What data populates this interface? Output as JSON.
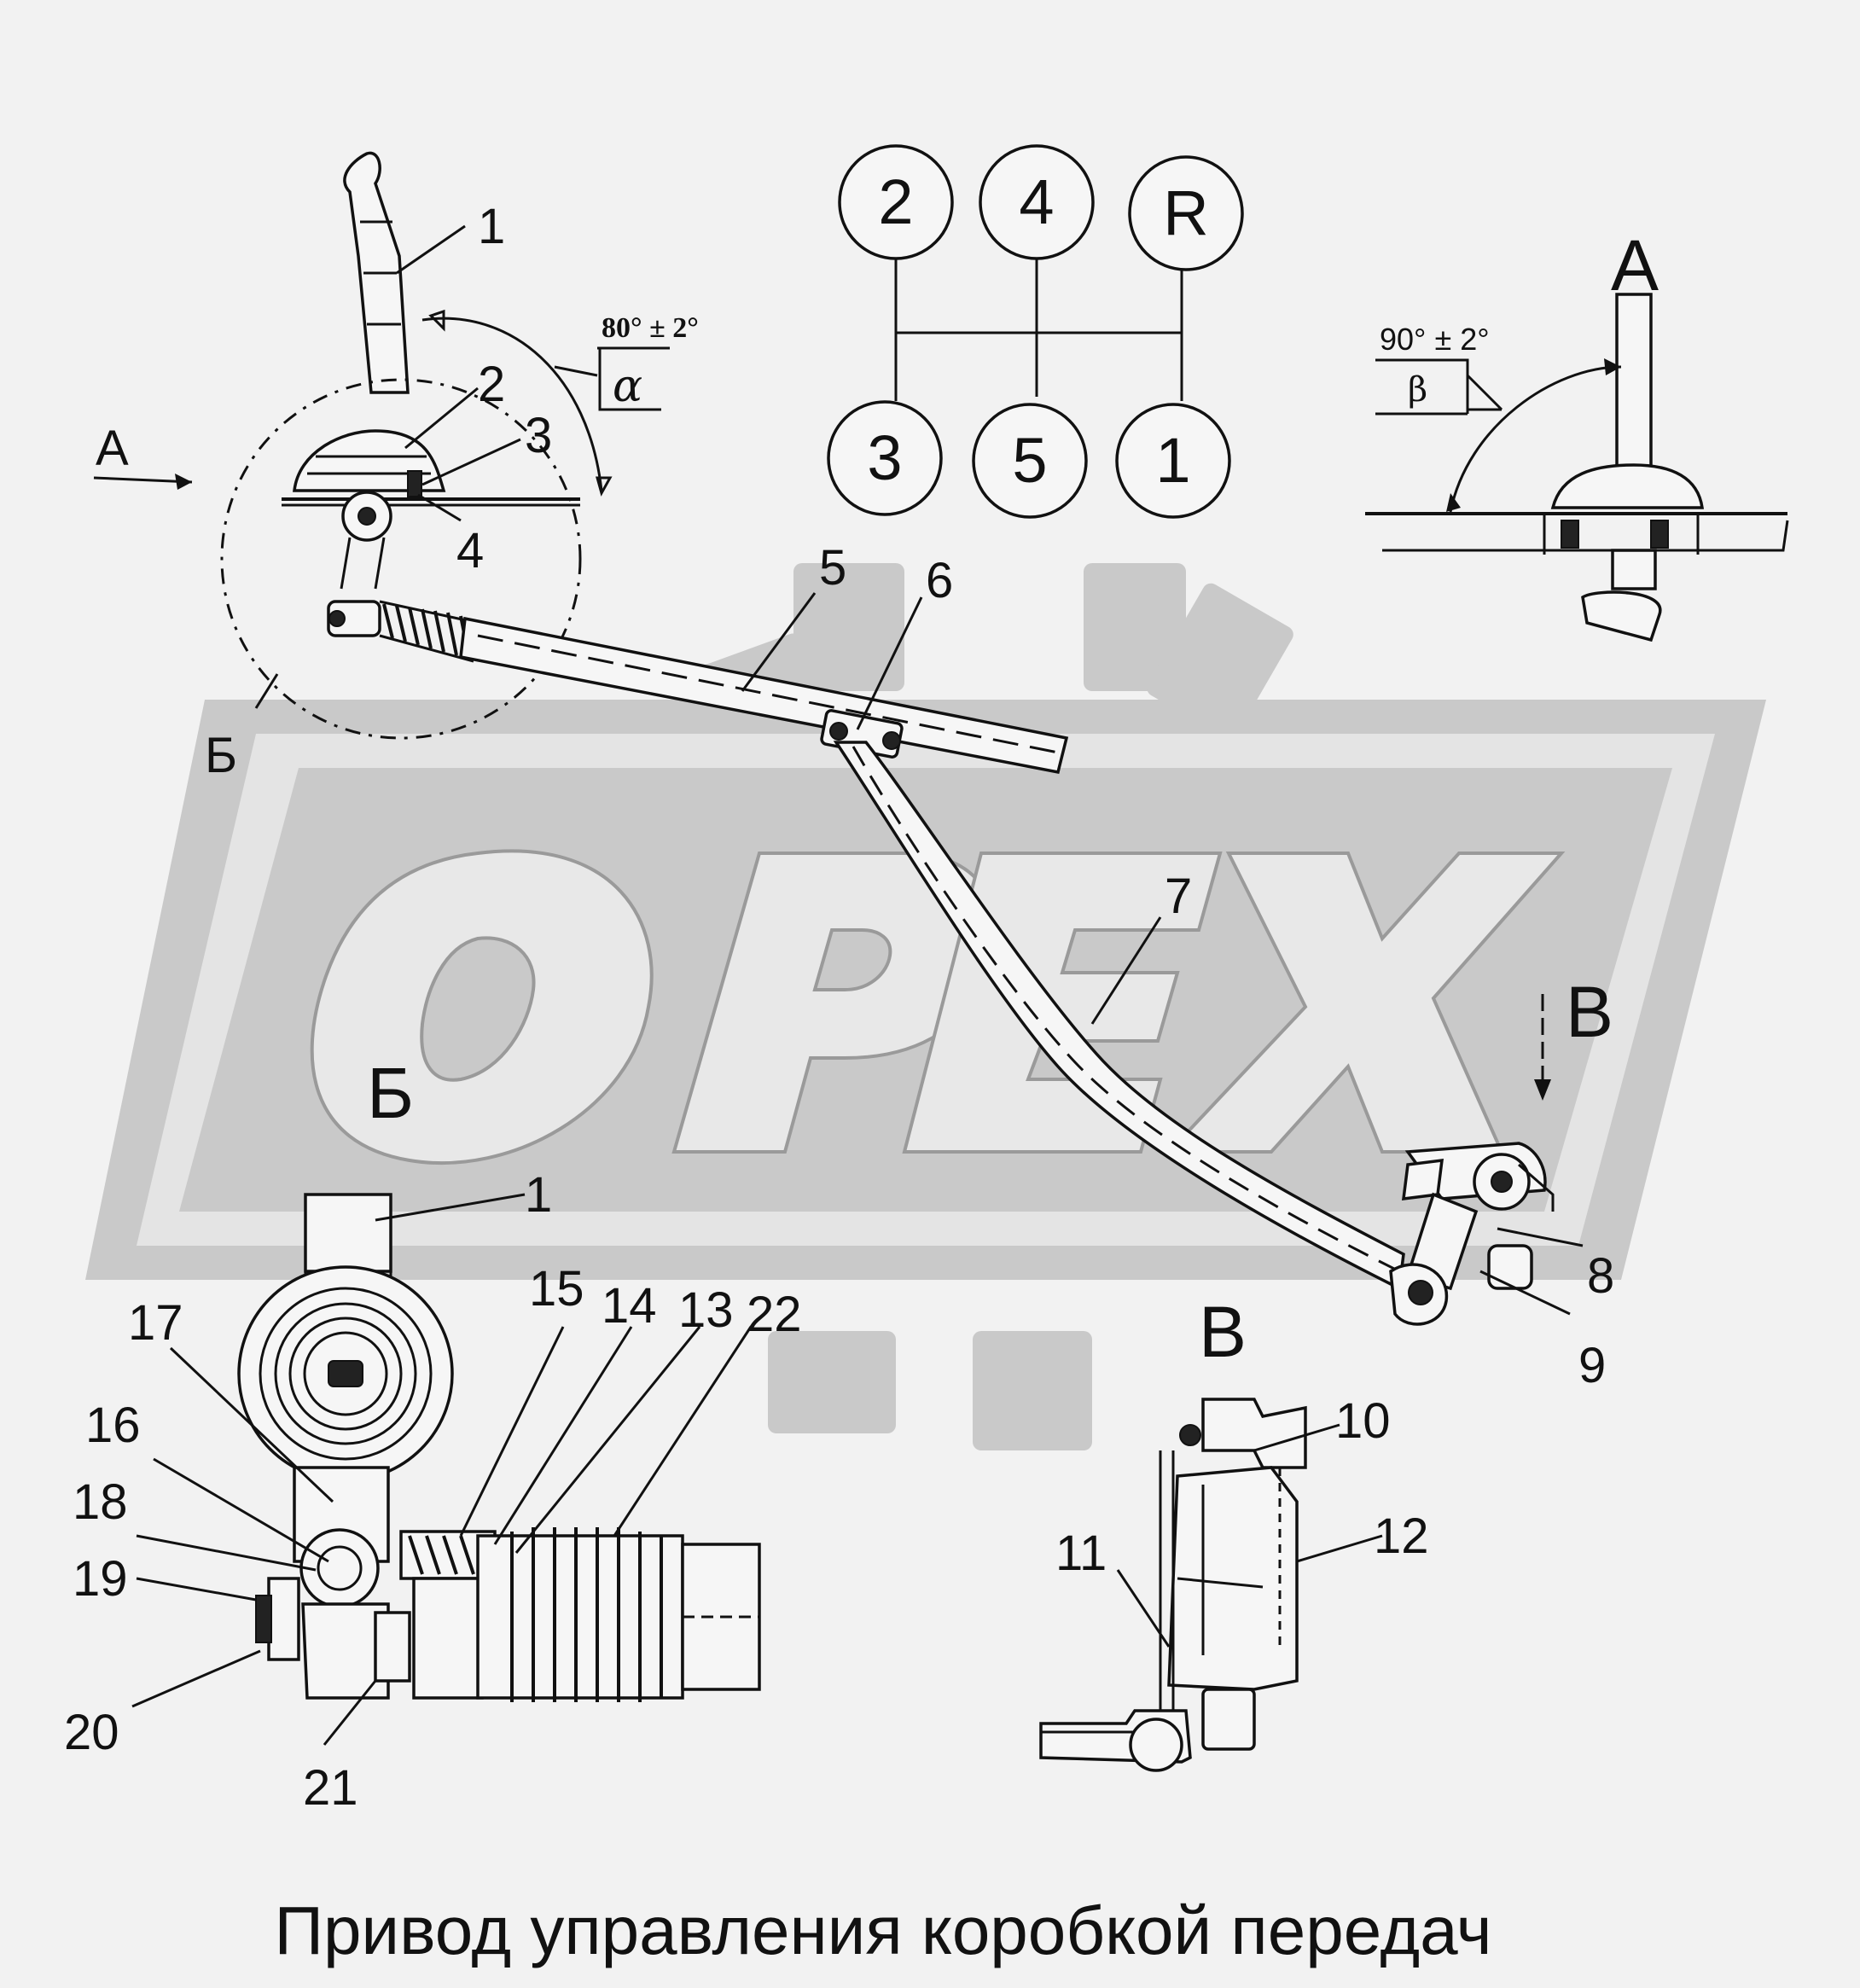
{
  "title": "Привод управления коробкой передач",
  "watermark": {
    "text": "OPEX"
  },
  "gear_pattern": {
    "top": [
      "2",
      "4",
      "R"
    ],
    "bottom": [
      "3",
      "5",
      "1"
    ]
  },
  "views": {
    "a": "А",
    "b": "Б",
    "v": "В"
  },
  "angles": {
    "alpha_value": "80° ± 2°",
    "alpha_symbol": "α",
    "beta_value": "90° ± 2°",
    "beta_symbol": "β"
  },
  "part_labels": {
    "p1": "1",
    "p2": "2",
    "p3": "3",
    "p4": "4",
    "p5": "5",
    "p6": "6",
    "p7": "7",
    "p8": "8",
    "p9": "9",
    "p10": "10",
    "p11": "11",
    "p12": "12",
    "p13": "13",
    "p14": "14",
    "p15": "15",
    "p16": "16",
    "p17": "17",
    "p18": "18",
    "p19": "19",
    "p20": "20",
    "p21": "21",
    "p22": "22"
  },
  "colors": {
    "background": "#f2f2f2",
    "ink": "#111111",
    "watermark": "#c9c9c9"
  }
}
